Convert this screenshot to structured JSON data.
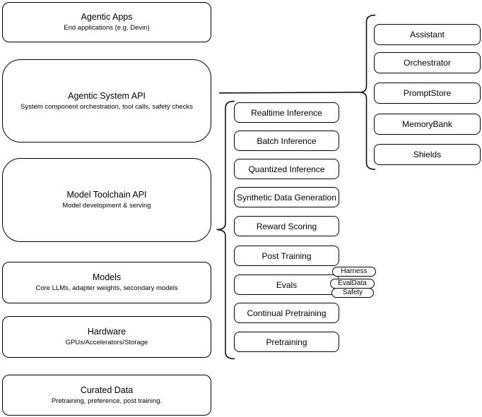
{
  "diagram": {
    "stack": [
      {
        "title": "Agentic Apps",
        "subtitle": "End applications (e.g. Devin)"
      },
      {
        "title": "Agentic System API",
        "subtitle": "System component orchestration, tool calls, safety checks"
      },
      {
        "title": "Model Toolchain API",
        "subtitle": "Model development & serving"
      },
      {
        "title": "Models",
        "subtitle": "Core LLMs, adapter weights, secondary models"
      },
      {
        "title": "Hardware",
        "subtitle": "GPUs/Accelerators/Storage"
      },
      {
        "title": "Curated Data",
        "subtitle": "Pretraining, preference, post training."
      }
    ],
    "toolchain_capabilities": [
      {
        "label": "Realtime Inference"
      },
      {
        "label": "Batch Inference"
      },
      {
        "label": "Quantized Inference"
      },
      {
        "label": "Synthetic Data Generation"
      },
      {
        "label": "Reward Scoring"
      },
      {
        "label": "Post Training"
      },
      {
        "label": "Evals"
      },
      {
        "label": "Continual Pretraining"
      },
      {
        "label": "Pretraining"
      }
    ],
    "eval_badges": [
      {
        "label": "Harness"
      },
      {
        "label": "EvalData"
      },
      {
        "label": "Safety"
      }
    ],
    "system_components": [
      {
        "label": "Assistant"
      },
      {
        "label": "Orchestrator"
      },
      {
        "label": "PromptStore"
      },
      {
        "label": "MemoryBank"
      },
      {
        "label": "Shields"
      }
    ],
    "colors": {
      "stroke": "#000000",
      "fill": "#ffffff",
      "text": "#000000",
      "background": "#ffffff"
    }
  }
}
